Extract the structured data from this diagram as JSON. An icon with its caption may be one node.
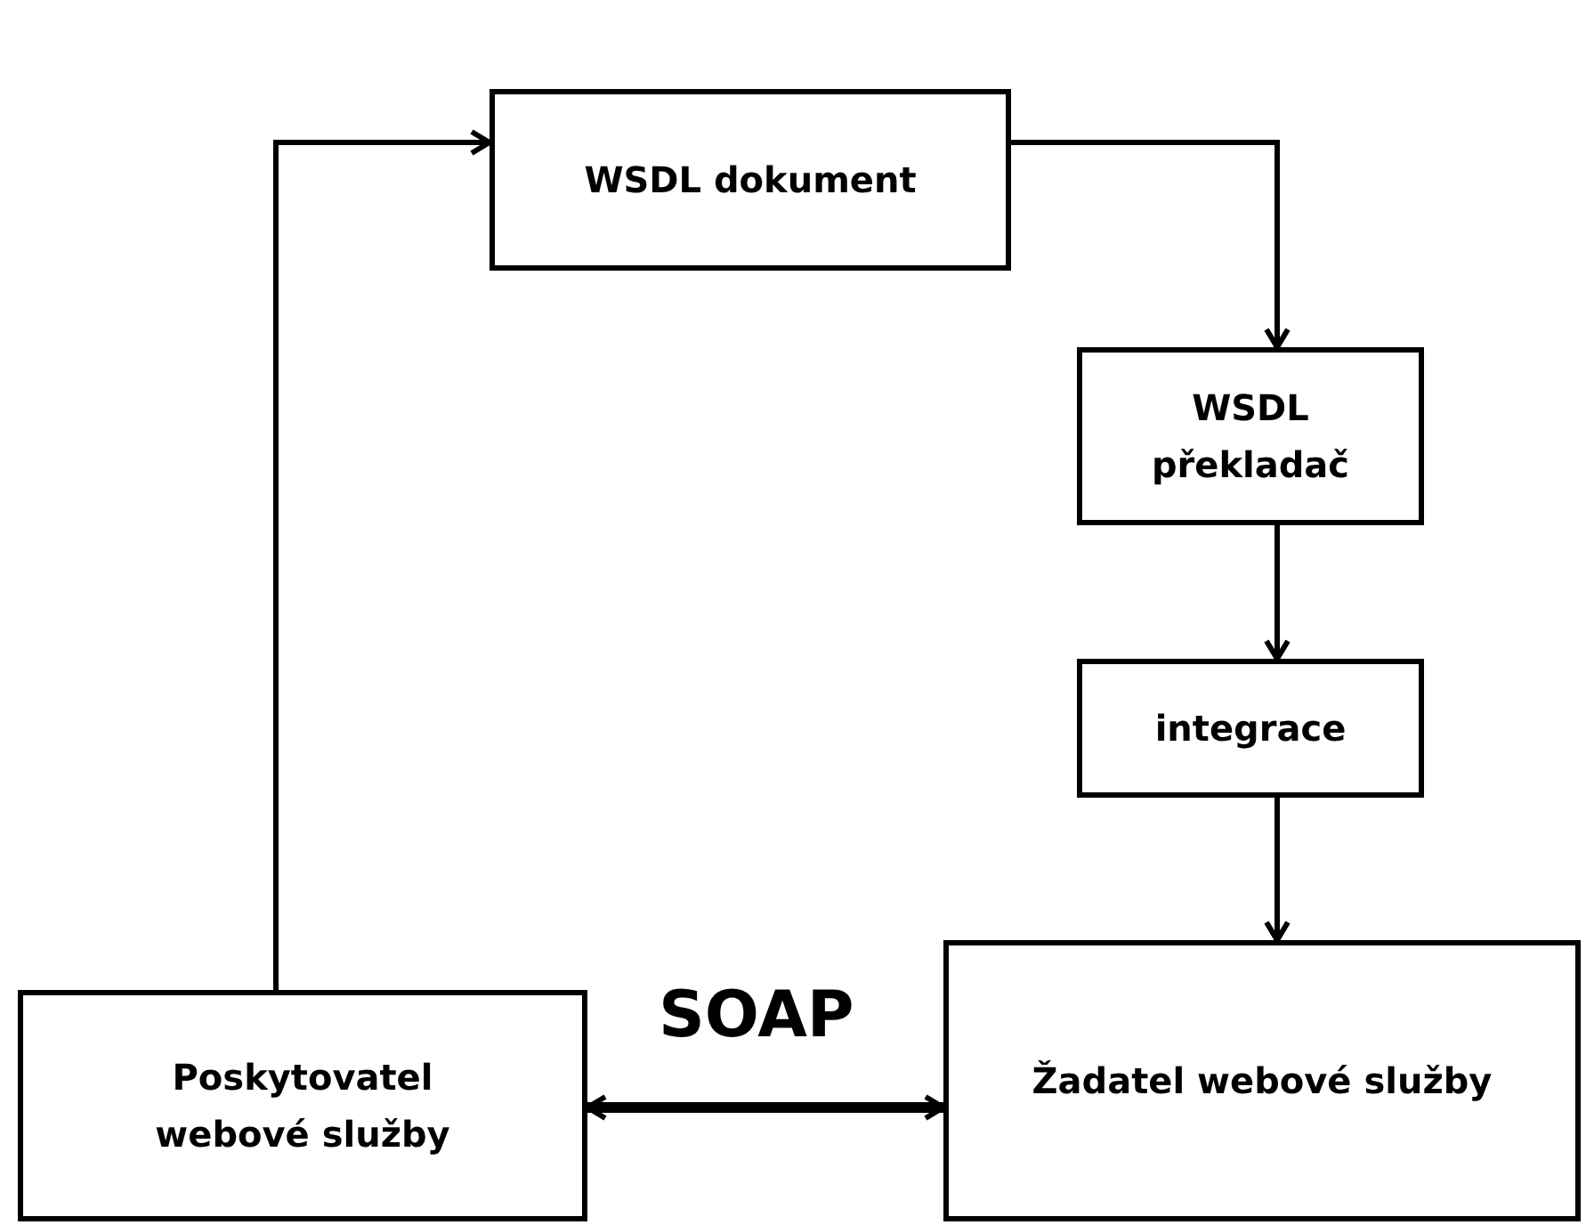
{
  "diagram": {
    "nodes": [
      {
        "text": [
          "WSDL dokument"
        ]
      },
      {
        "text": [
          "WSDL překladač"
        ]
      },
      {
        "text": [
          "integrace"
        ]
      },
      {
        "text": [
          "Poskytovatel webové služby"
        ]
      },
      {
        "text": [
          "Žadatel webové služby"
        ]
      }
    ],
    "edges": [
      {
        "from": 3,
        "to": 0,
        "arrow": "to"
      },
      {
        "from": 0,
        "to": 1,
        "arrow": "to"
      },
      {
        "from": 1,
        "to": 2,
        "arrow": "to"
      },
      {
        "from": 2,
        "to": 4,
        "arrow": "to"
      },
      {
        "from": 3,
        "to": 4,
        "arrow": "both",
        "label": "SOAP",
        "style": "thick"
      }
    ]
  }
}
